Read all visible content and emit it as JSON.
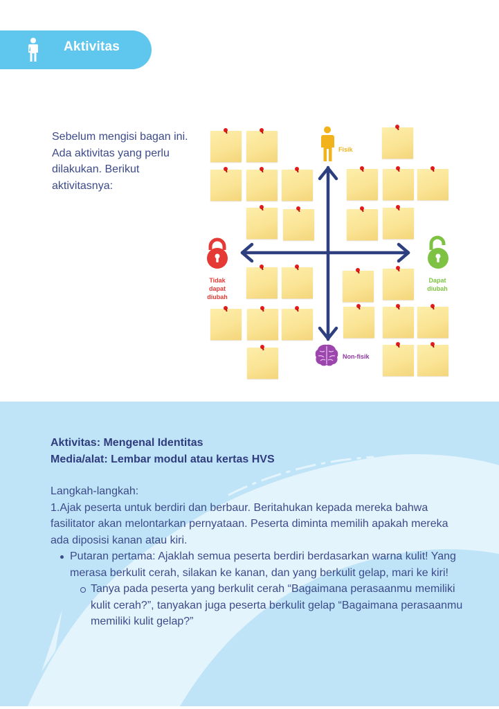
{
  "header": {
    "title": "Aktivitas",
    "icon": "person-icon",
    "color": "#5fc6ee"
  },
  "intro": {
    "text": "Sebelum mengisi bagan ini. Ada aktivitas yang perlu dilakukan. Berikut aktivitasnya:"
  },
  "diagram": {
    "axes": {
      "top": {
        "label": "Fisik",
        "icon": "person-icon",
        "color": "#f2b21b"
      },
      "bottom": {
        "label": "Non-fisik",
        "icon": "brain-icon",
        "color": "#8e3aa0"
      },
      "left": {
        "label": "Tidak dapat diubah",
        "label_lines": [
          "Tidak",
          "dapat",
          "diubah"
        ],
        "icon": "lock-closed-icon",
        "color": "#e53935"
      },
      "right": {
        "label": "Dapat diubah",
        "label_lines": [
          "Dapat",
          "diubah"
        ],
        "icon": "lock-open-icon",
        "color": "#7dc242"
      },
      "arrow_color": "#2e3f7f"
    },
    "note_color": "#fae495",
    "pin_color": "#e21b1b",
    "quadrants": {
      "top_left": {
        "note_count": 7
      },
      "top_right": {
        "note_count": 6
      },
      "bottom_left": {
        "note_count": 6
      },
      "bottom_right": {
        "note_count": 7
      }
    }
  },
  "activity": {
    "title": "Aktivitas: Mengenal Identitas",
    "media": "Media/alat: Lembar modul atau kertas HVS",
    "steps_heading": "Langkah-langkah:",
    "step1": "1.Ajak peserta untuk berdiri dan berbaur. Beritahukan kepada mereka bahwa fasilitator akan melontarkan pernyataan. Peserta diminta memilih apakah mereka ada diposisi kanan atau kiri.",
    "bullet1": "Putaran pertama: Ajaklah semua peserta berdiri berdasarkan warna kulit! Yang merasa berkulit cerah, silakan ke kanan, dan yang berkulit gelap, mari ke kiri!",
    "subbullet1": "Tanya pada peserta yang berkulit cerah “Bagaimana perasaanmu memiliki kulit cerah?”, tanyakan juga peserta berkulit gelap “Bagaimana perasaanmu memiliki kulit gelap?”"
  },
  "colors": {
    "text_primary": "#3c4a8a",
    "band_background": "#bfe4f7",
    "swirl": "#e4f4fd"
  }
}
